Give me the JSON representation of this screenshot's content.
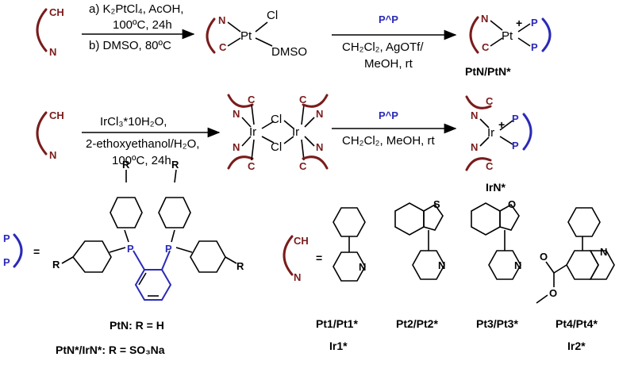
{
  "atoms": {
    "ch": "CH",
    "n": "N",
    "c": "C",
    "p": "P",
    "pt": "Pt",
    "ir": "Ir",
    "cl": "Cl",
    "dmso": "DMSO",
    "plus": "+",
    "s": "S",
    "o": "O",
    "r": "R"
  },
  "row1": {
    "cond_a": "a) K₂PtCl₄, AcOH,",
    "cond_a2": "100ºC, 24h",
    "cond_b": "b) DMSO, 80ºC",
    "reagent": "P^P",
    "cond2_1": "CH₂Cl₂, AgOTf/",
    "cond2_2": "MeOH, rt",
    "product": "PtN/PtN*"
  },
  "row2": {
    "cond1_1": "IrCl₃*10H₂O,",
    "cond1_2": "2-ethoxyethanol/H₂O,",
    "cond1_3": "100ºC, 24h",
    "reagent": "P^P",
    "cond2": "CH₂Cl₂, MeOH, rt",
    "product": "IrN*"
  },
  "legend": {
    "equals": "=",
    "ptn_def": "PtN: R = H",
    "ptn_star_def": "PtN*/IrN*: R = SO₃Na",
    "compounds": [
      {
        "label": "Pt1/Pt1*",
        "sub": "Ir1*"
      },
      {
        "label": "Pt2/Pt2*",
        "sub": ""
      },
      {
        "label": "Pt3/Pt3*",
        "sub": ""
      },
      {
        "label": "Pt4/Pt4*",
        "sub": "Ir2*"
      }
    ]
  }
}
